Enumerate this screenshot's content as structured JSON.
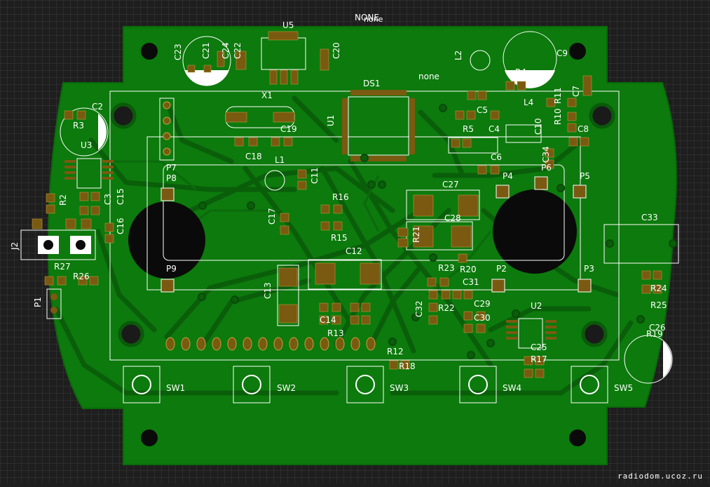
{
  "board": {
    "colors": {
      "background": "#1e1e1e",
      "grid": "#3a3a3a",
      "board_fill": "#0c7a0c",
      "track": "#0a5e0a",
      "pad": "#7a5a10",
      "silkscreen": "#ffffff",
      "hole": "#0a0a0a"
    },
    "watermark": "radiodom.ucoz.ru",
    "top_labels": [
      "NONE",
      "none"
    ],
    "misc_label": "none",
    "designators": {
      "U5": "U5",
      "C23": "C23",
      "C21": "C21",
      "C24": "C24",
      "C22": "C22",
      "C20": "C20",
      "L2": "L2",
      "C9": "C9",
      "R4": "R4",
      "DS1": "DS1",
      "X1": "X1",
      "U1": "U1",
      "C19": "C19",
      "C18": "C18",
      "C2": "C2",
      "R3": "R3",
      "U3": "U3",
      "P7": "P7",
      "P8": "P8",
      "L1": "L1",
      "C11": "C11",
      "C5": "C5",
      "R5": "R5",
      "C4": "C4",
      "C6": "C6",
      "L4": "L4",
      "R11": "R11",
      "R10": "R10",
      "C7": "C7",
      "C8": "C8",
      "C10": "C10",
      "C34": "C34",
      "R16": "R16",
      "R15": "R15",
      "C27": "C27",
      "C28": "C28",
      "C17": "C17",
      "C33": "C33",
      "P4": "P4",
      "P6": "P6",
      "P5": "P5",
      "R2": "R2",
      "C16": "C16",
      "C15": "C15",
      "C3": "C3",
      "J2": "J2",
      "R27": "R27",
      "R26": "R26",
      "P1": "P1",
      "P9": "P9",
      "C12": "C12",
      "C13": "C13",
      "R21": "R21",
      "R23": "R23",
      "R20": "R20",
      "P2": "P2",
      "P3": "P3",
      "C31": "C31",
      "C32": "C32",
      "R22": "R22",
      "C29": "C29",
      "C30": "C30",
      "U2": "U2",
      "R24": "R24",
      "R25": "R25",
      "C26": "C26",
      "R19": "R19",
      "C14": "C14",
      "R13": "R13",
      "R12": "R12",
      "R18": "R18",
      "C25": "C25",
      "R17": "R17",
      "SW1": "SW1",
      "SW2": "SW2",
      "SW3": "SW3",
      "SW4": "SW4",
      "SW5": "SW5"
    }
  }
}
